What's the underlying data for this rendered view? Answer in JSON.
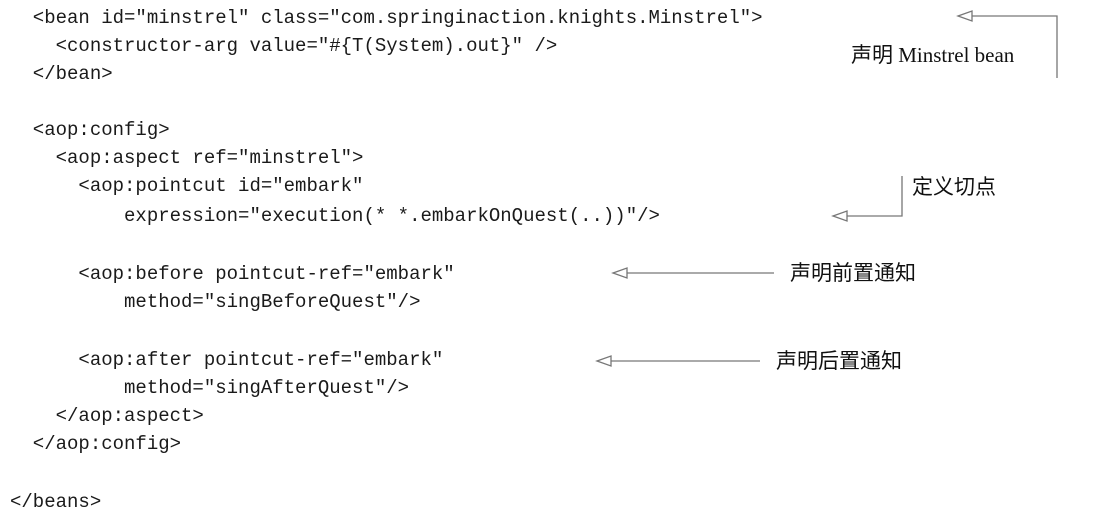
{
  "code_lines": [
    "  <bean id=\"minstrel\" class=\"com.springinaction.knights.Minstrel\">",
    "    <constructor-arg value=\"#{T(System).out}\" />",
    "  </bean>",
    "",
    "  <aop:config>",
    "    <aop:aspect ref=\"minstrel\">",
    "      <aop:pointcut id=\"embark\"",
    "          expression=\"execution(* *.embarkOnQuest(..))\"/>",
    "",
    "      <aop:before pointcut-ref=\"embark\"",
    "          method=\"singBeforeQuest\"/>",
    "",
    "      <aop:after pointcut-ref=\"embark\"",
    "          method=\"singAfterQuest\"/>",
    "    </aop:aspect>",
    "  </aop:config>",
    "",
    "</beans>"
  ],
  "annotations": {
    "declare_bean": "声明 Minstrel bean",
    "define_pointcut": "定义切点",
    "declare_before": "声明前置通知",
    "declare_after": "声明后置通知"
  },
  "colors": {
    "text": "#1a1a1a",
    "callout_line": "#777777"
  }
}
